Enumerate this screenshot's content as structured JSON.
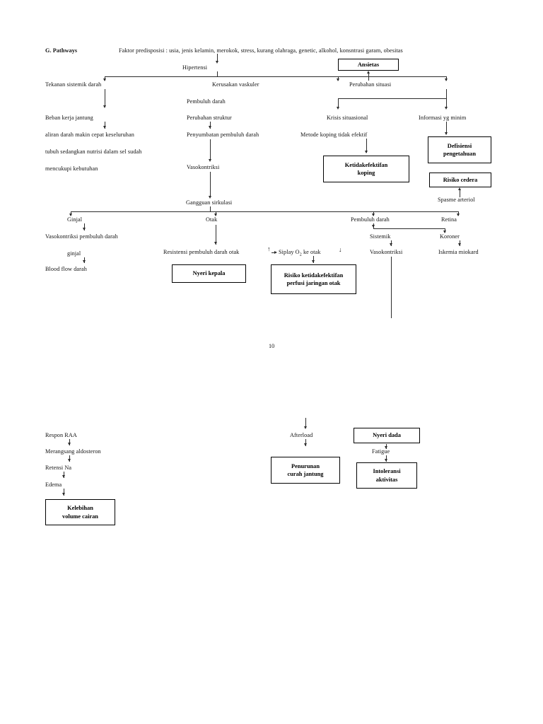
{
  "document": {
    "section_label": "G. Pathways",
    "page_number": "10"
  },
  "nodes": {
    "faktor_predisposisi": "Faktor predisposisi : usia, jenis kelamin, merokok, stress, kurang olahraga, genetic, alkohol, konsntrasi garam, obesitas",
    "hipertensi": "Hipertensi",
    "tekanan_sistemik": "Tekanan sistemik darah",
    "kerusakan_vaskuler": "Kerusakan vaskuler",
    "perubahan_situasi": "Perubahan situasi",
    "ansietas": "Ansietas",
    "beban_kerja_jantung": "Beban kerja jantung",
    "aliran_darah_1": "aliran darah makin cepat keseluruhan",
    "aliran_darah_2": "tubuh sedangkan nutrisi dalam sel sudah",
    "aliran_darah_3": "mencukupi kebutuhan",
    "pembuluh_darah": "Pembuluh darah",
    "perubahan_struktur": "Perubahan struktur",
    "penyumbatan": "Penyumbatan pembuluh darah",
    "vasokontriksi_mid": "Vasokontriksi",
    "krisis_situasional": "Krisis situasional",
    "informasi_minim": "Informasi yg minim",
    "metode_koping": "Metode koping tidak efektif",
    "ketidakefektifan_koping": [
      "Ketidakefektifan",
      "koping"
    ],
    "defisiensi_pengetahuan": [
      "Defisiensi",
      "pengetahuan"
    ],
    "risiko_cedera": [
      "Risiko cedera"
    ],
    "spasme_arteriol": "Spasme arteriol",
    "gangguan_sirkulasi": "Gangguan sirkulasi",
    "ginjal_branch": "Ginjal",
    "otak_branch": "Otak",
    "pembuluh_darah_branch": "Pembuluh darah",
    "retina_branch": "Retina",
    "vasokontriksi_ginjal": "Vasokontriksi pembuluh darah",
    "ginjal_lower": "ginjal",
    "blood_flow": "Blood flow darah",
    "resistensi_otak": "Resistensi pembuluh darah otak",
    "resistensi_arrow": "↑",
    "siplay_o2": "Siplay O",
    "siplay_o2_sub": "2",
    "siplay_o2_rest": " ke otak",
    "siplay_arrow": "↓",
    "nyeri_kepala": [
      "Nyeri kepala"
    ],
    "risiko_perfusi": [
      "Risiko ketidakefektifan",
      "perfusi jaringan otak"
    ],
    "sistemik": "Sistemik",
    "koroner": "Koroner",
    "vasokontriksi_sistemik": "Vasokontriksi",
    "iskemia_miokard": "Iskemia miokard",
    "respon_raa": "Respon RAA",
    "merangsang_aldosteron": "Merangsang aldosteron",
    "retensi_na": "Retensi Na",
    "edema": "Edema",
    "kelebihan_volume": [
      "Kelebihan",
      "volume cairan"
    ],
    "afterload": "Afterload",
    "penurunan_curah": [
      "Penurunan",
      "curah jantung"
    ],
    "nyeri_dada": [
      "Nyeri dada"
    ],
    "fatigue": "Fatigue",
    "intoleransi_aktivitas": [
      "Intoleransi",
      "aktivitas"
    ]
  },
  "colors": {
    "line": "#2b2b2b",
    "text": "#111111",
    "box_border": "#000000",
    "background": "#ffffff"
  }
}
